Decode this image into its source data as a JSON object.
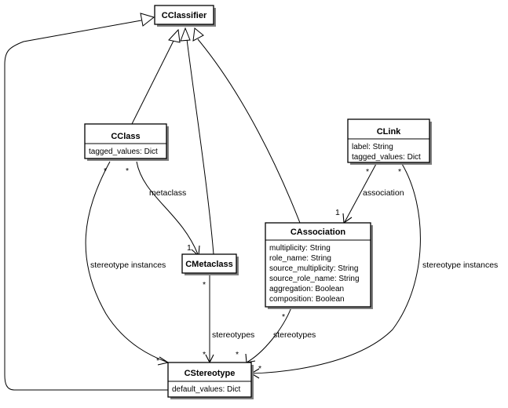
{
  "classes": {
    "cclassifier": {
      "name": "CClassifier",
      "attributes": []
    },
    "cclass": {
      "name": "CClass",
      "attributes": [
        "tagged_values: Dict"
      ]
    },
    "clink": {
      "name": "CLink",
      "attributes": [
        "label: String",
        "tagged_values: Dict"
      ]
    },
    "cmetaclass": {
      "name": "CMetaclass",
      "attributes": []
    },
    "cassociation": {
      "name": "CAssociation",
      "attributes": [
        "multiplicity: String",
        "role_name: String",
        "source_multiplicity: String",
        "source_role_name: String",
        "aggregation: Boolean",
        "composition: Boolean"
      ]
    },
    "cstereotype": {
      "name": "CStereotype",
      "attributes": [
        "default_values: Dict"
      ]
    }
  },
  "associations": {
    "metaclass": {
      "label": "metaclass",
      "source_mult": "*",
      "target_mult": "1"
    },
    "association": {
      "label": "association",
      "source_mult": "*",
      "target_mult": "1"
    },
    "class_stereotype_instances": {
      "label": "stereotype instances",
      "source_mult": "*",
      "target_mult": "*"
    },
    "link_stereotype_instances": {
      "label": "stereotype instances",
      "source_mult": "*",
      "target_mult": "*"
    },
    "metaclass_stereotypes": {
      "label": "stereotypes",
      "source_mult": "*",
      "target_mult": "*"
    },
    "association_stereotypes": {
      "label": "stereotypes",
      "source_mult": "*",
      "target_mult": "*"
    },
    "stereotype_self_inherit": {
      "target_mult": "*"
    }
  }
}
